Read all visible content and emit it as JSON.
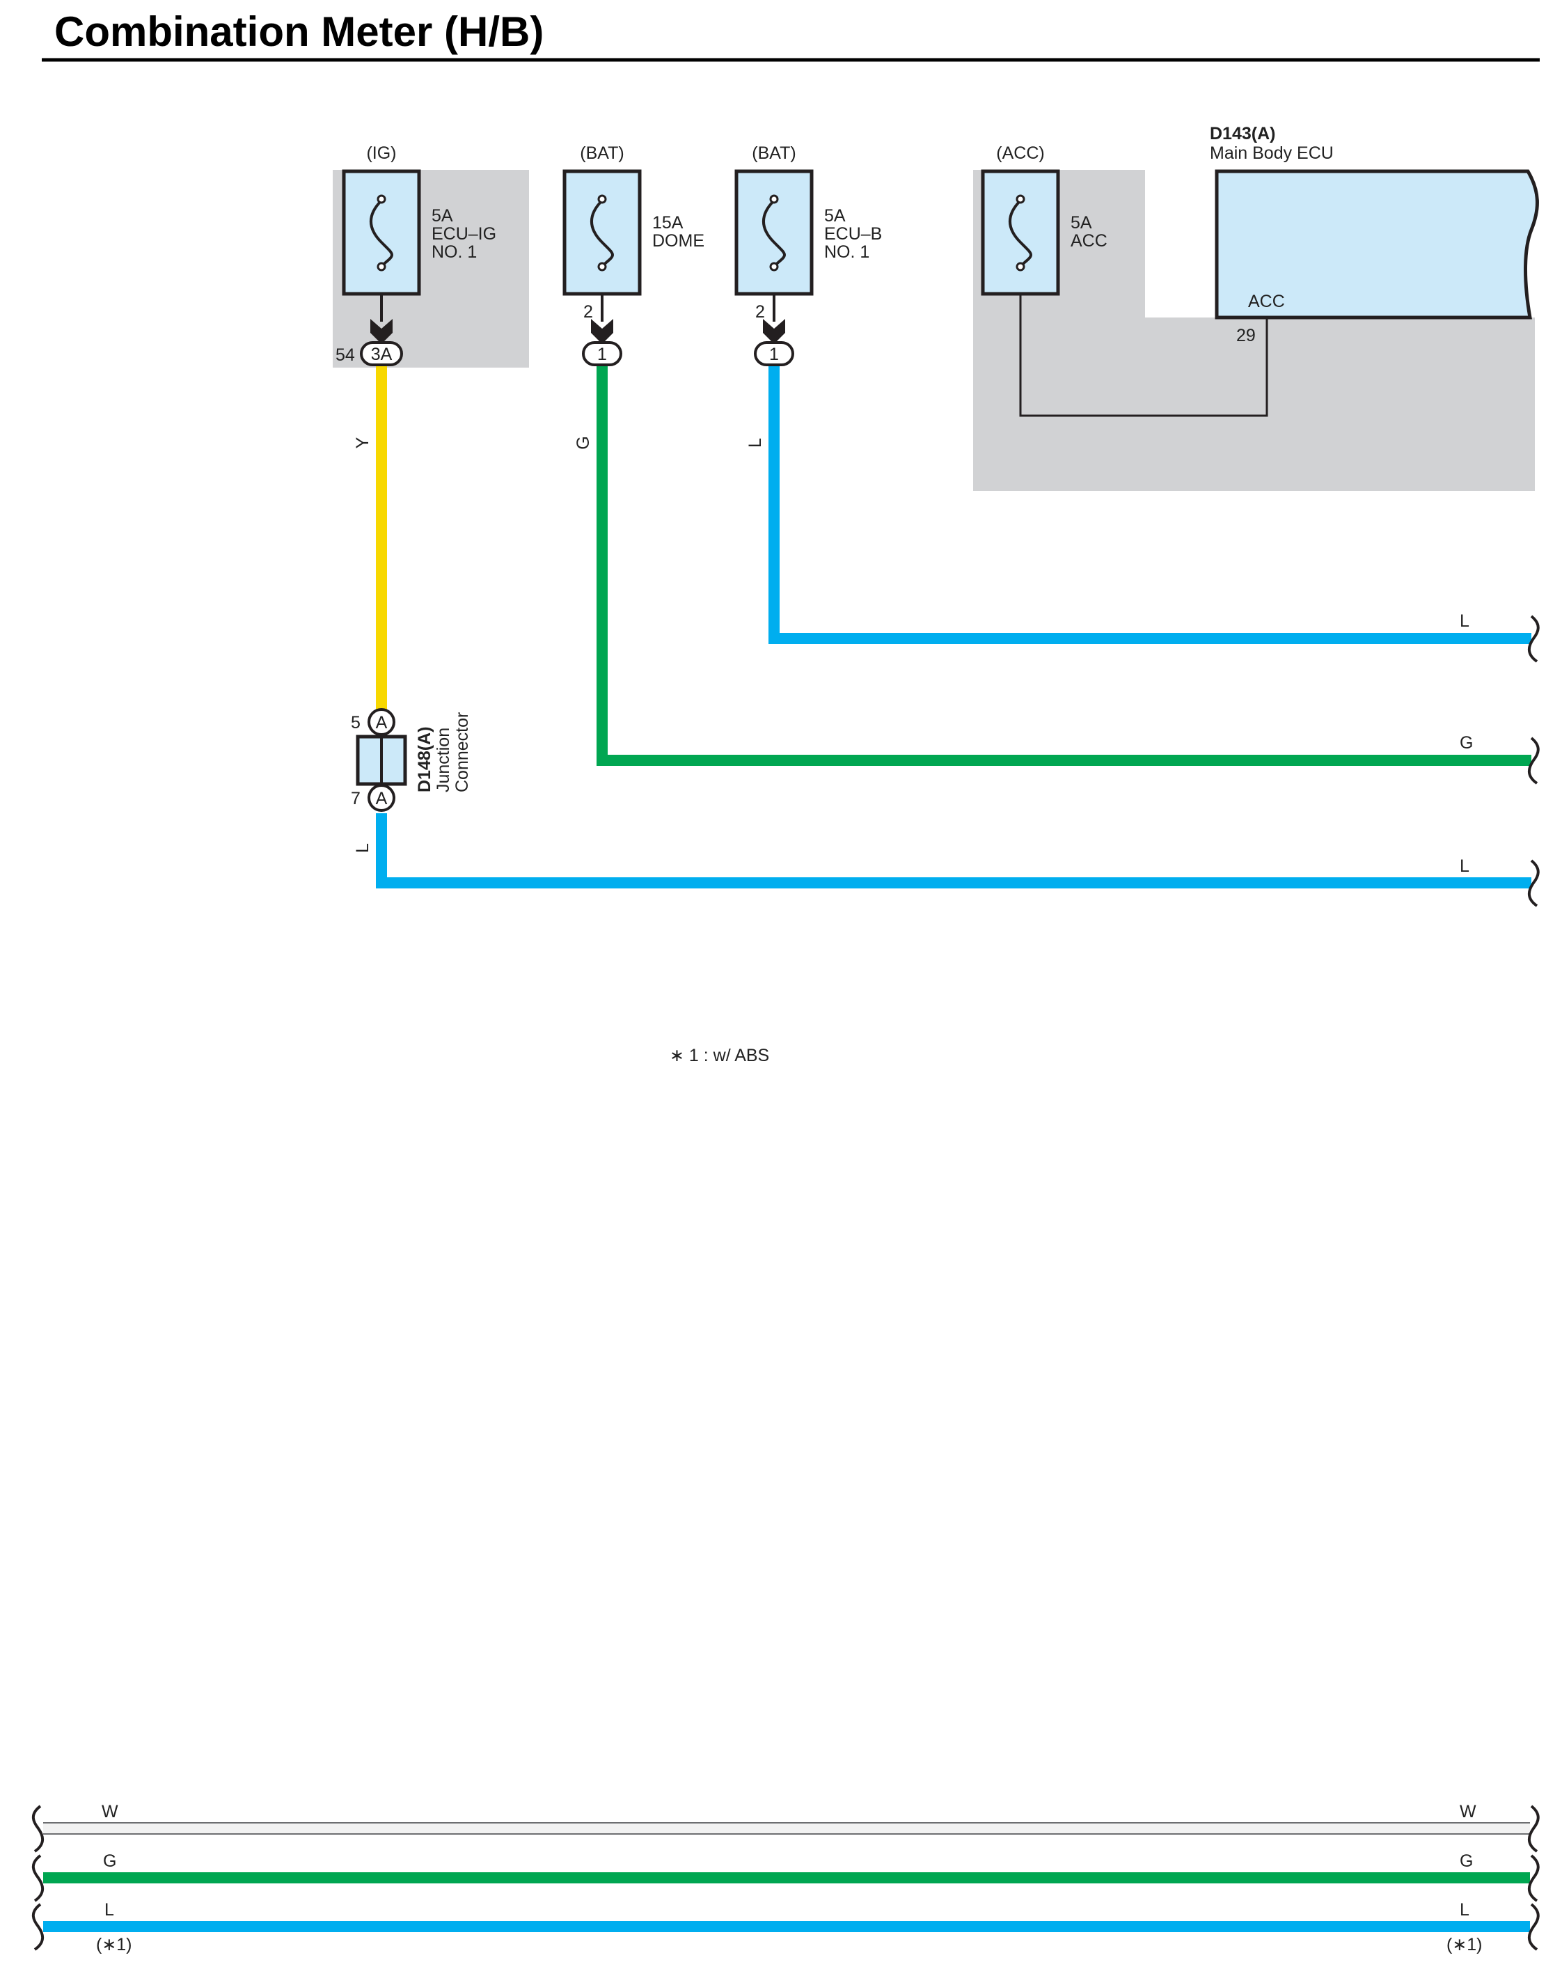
{
  "title": "Combination Meter (H/B)",
  "colors": {
    "yellow": "#f8d800",
    "green": "#00a651",
    "blue": "#00aeef",
    "white_wire": "#f2f2f2",
    "fuse_fill": "#cce9f9",
    "shade": "#d1d2d4",
    "ink": "#231f20"
  },
  "sources": [
    {
      "supply": "(IG)",
      "rating": "5A",
      "name_line1": "ECU–IG",
      "name_line2": "NO. 1",
      "pin": "54",
      "connector": "3A",
      "wire": "Y",
      "color_name": "yellow",
      "icons": "fuse-icon"
    },
    {
      "supply": "(BAT)",
      "rating": "15A",
      "name_line1": "DOME",
      "name_line2": "",
      "pin": "2",
      "connector": "1",
      "wire": "G",
      "color_name": "green",
      "icons": "fuse-icon"
    },
    {
      "supply": "(BAT)",
      "rating": "5A",
      "name_line1": "ECU–B",
      "name_line2": "NO. 1",
      "pin": "2",
      "connector": "1",
      "wire": "L",
      "color_name": "blue",
      "icons": "fuse-icon"
    },
    {
      "supply": "(ACC)",
      "rating": "5A",
      "name_line1": "ACC",
      "name_line2": "",
      "icons": "fuse-icon"
    }
  ],
  "ecu": {
    "code": "D143(A)",
    "name": "Main Body ECU",
    "terminal": "ACC",
    "pin": "29"
  },
  "junction": {
    "code": "D148(A)",
    "line1": "Junction",
    "line2": "Connector",
    "pin_in": "5",
    "pin_out": "7",
    "letter": "A",
    "out_wire": "L"
  },
  "right_wires": [
    {
      "label": "L",
      "color_name": "blue"
    },
    {
      "label": "G",
      "color_name": "green"
    },
    {
      "label": "L",
      "color_name": "blue"
    }
  ],
  "footnote": "∗ 1 : w/ ABS",
  "bottom_wires": [
    {
      "label": "W",
      "color_name": "white_wire"
    },
    {
      "label": "G",
      "color_name": "green"
    },
    {
      "label": "L",
      "color_name": "blue",
      "note": "(∗1)"
    }
  ]
}
